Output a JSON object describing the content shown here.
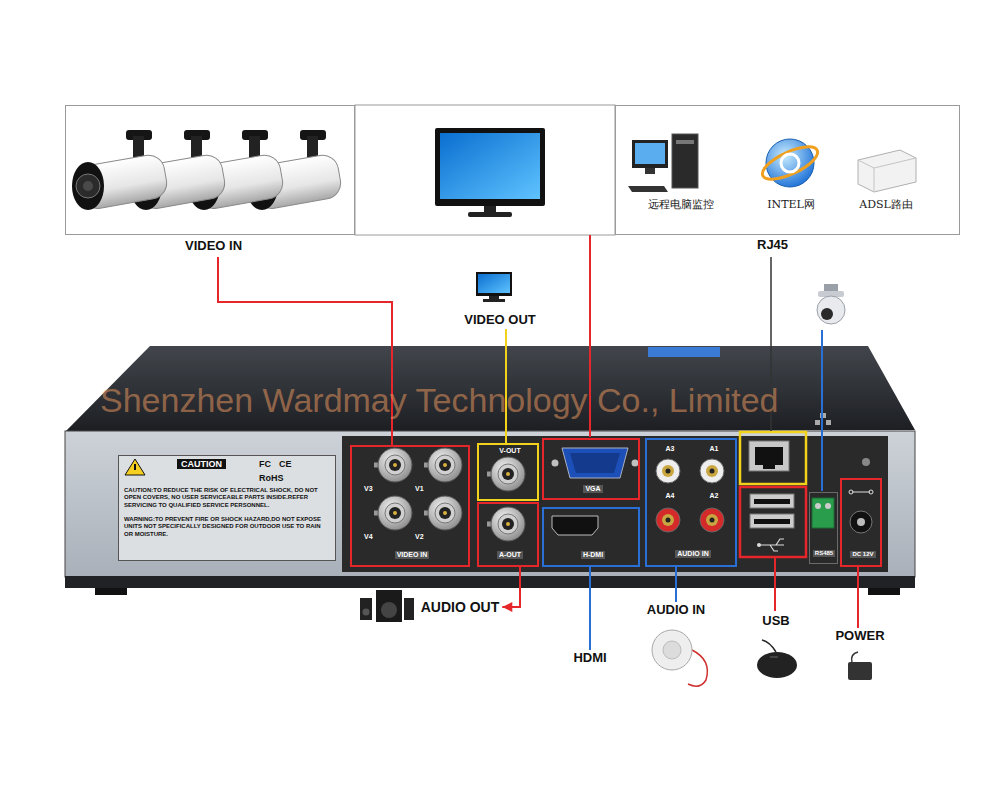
{
  "diagram": {
    "nodes": [
      {
        "text": [
          "VIDEO IN"
        ]
      },
      {
        "text": [
          "远程电脑监控",
          "INTEL网",
          "ADSL路由"
        ]
      },
      {
        "text": [
          "VIDEO OUT"
        ]
      },
      {
        "text": [
          "CAUTION",
          "FC",
          "CE",
          "RoHS",
          "CAUTION:TO REDUCE THE RISK OF ELECTRICAL SHOCK, DO NOT OPEN COVERS, NO USER SERVICEABLE PARTS INSIDE.REFER SERVICING TO QUALIFIED SERVICE PERSONNEL.",
          "WARNING:TO PREVENT FIRE OR SHOCK HAZARD,DO NOT EXPOSE UNITS NOT SPECIFICALLY DESIGNED FOR OUTDOOR USE TO RAIN OR MOISTURE."
        ]
      },
      {
        "text": [
          "V3",
          "V1",
          "V4",
          "V2",
          "VIDEO IN"
        ]
      },
      {
        "text": [
          "V-OUT"
        ]
      },
      {
        "text": [
          "A-OUT"
        ]
      },
      {
        "text": [
          "VGA"
        ]
      },
      {
        "text": [
          "H-DMI"
        ]
      },
      {
        "text": [
          "A3",
          "A1",
          "A4",
          "A2",
          "AUDIO IN"
        ]
      },
      {
        "text": [
          "RS485"
        ]
      },
      {
        "text": [
          "DC 12V"
        ]
      },
      {
        "text": [
          "AUDIO OUT"
        ]
      },
      {
        "text": [
          "HDMI"
        ]
      },
      {
        "text": [
          "AUDIO IN"
        ]
      },
      {
        "text": [
          "POWER"
        ]
      }
    ],
    "edges": [
      {
        "from": 0,
        "to": 4,
        "arrow": "none"
      },
      {
        "from": 2,
        "to": 5,
        "arrow": "none"
      },
      {
        "from": 6,
        "to": 12,
        "arrow": "to"
      },
      {
        "from": 8,
        "to": 13,
        "arrow": "none"
      },
      {
        "from": 9,
        "to": 14,
        "arrow": "none"
      },
      {
        "from": 11,
        "to": 15,
        "arrow": "none"
      }
    ],
    "labels": [
      "RJ45",
      "Shenzhen Wardmay Technology Co., Limited",
      "USB"
    ]
  }
}
